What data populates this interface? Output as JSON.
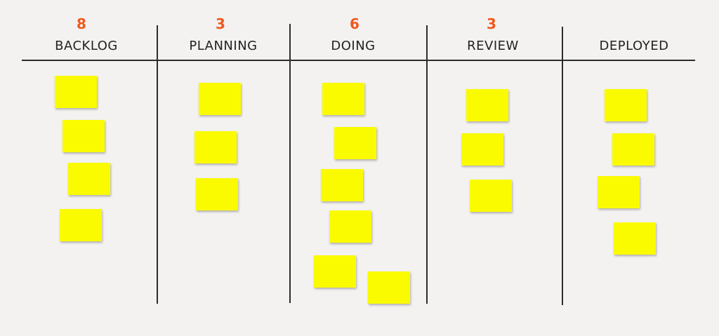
{
  "columns": [
    {
      "title": "BACKLOG",
      "count": "8"
    },
    {
      "title": "PLANNING",
      "count": "3"
    },
    {
      "title": "DOING",
      "count": "6"
    },
    {
      "title": "REVIEW",
      "count": "3"
    },
    {
      "title": "DEPLOYED",
      "count": ""
    }
  ],
  "colors": {
    "note": "#fbfb00",
    "count": "#ee5a1e",
    "line": "#2c2c2c",
    "background": "#f3f2f1"
  }
}
